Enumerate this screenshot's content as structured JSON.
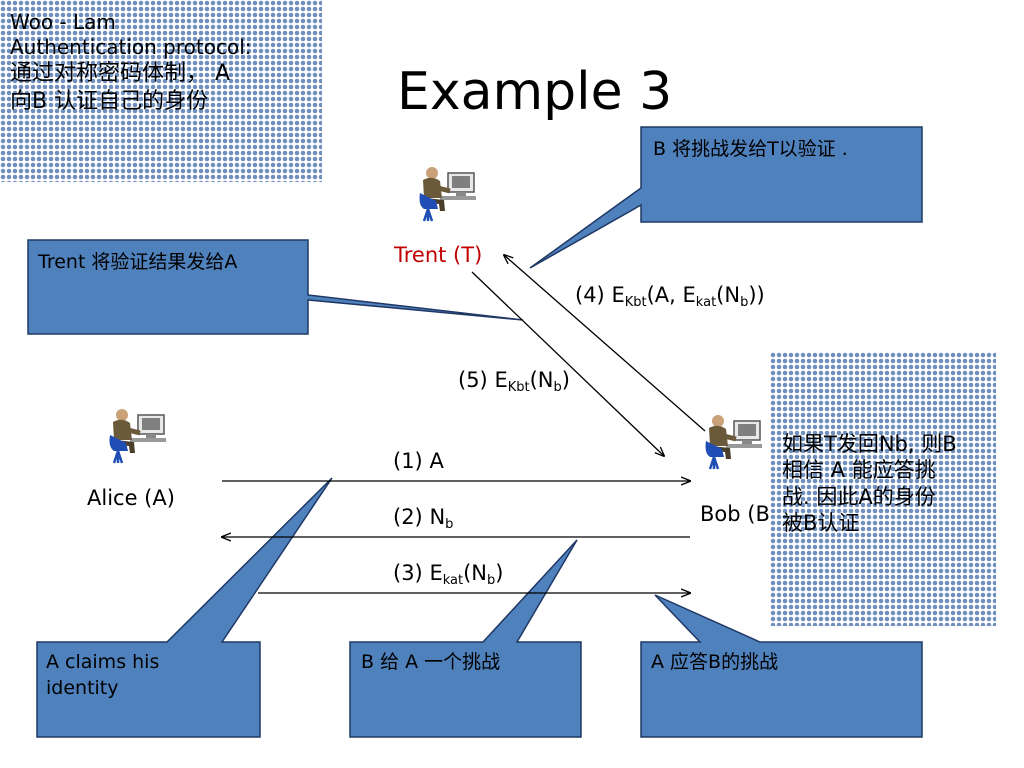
{
  "title": "Example 3",
  "intro_box": {
    "lines": [
      "Woo - Lam",
      "Authentication protocol:",
      "通过对称密码体制， A",
      "向B 认证自己的身份"
    ]
  },
  "parties": {
    "trent": "Trent (T)",
    "alice": "Alice (A)",
    "bob": "Bob (B)"
  },
  "messages": {
    "m1": {
      "num": "(1)",
      "text": "A"
    },
    "m2": {
      "num": "(2)",
      "text": "N",
      "sub": "b"
    },
    "m3": {
      "num": "(3)",
      "text": "E",
      "sub": "kat",
      "arg": "N",
      "arg_sub": "b"
    },
    "m4": {
      "num": "(4)",
      "text": "E",
      "sub": "Kbt",
      "mid": "A, E",
      "mid_sub": "kat",
      "arg": "N",
      "arg_sub": "b"
    },
    "m5": {
      "num": "(5)",
      "text": "E",
      "sub": "Kbt",
      "arg": "N",
      "arg_sub": "b"
    }
  },
  "callouts": {
    "b_to_t": "B 将挑战发给T以验证 .",
    "trent_result": "Trent 将验证结果发给A",
    "a_claims": "A claims his identity",
    "b_challenge": "B 给 A 一个挑战",
    "a_answer": "A 应答B的挑战"
  },
  "conclusion_box": {
    "lines": [
      "如果T发回Nb, 则B",
      "相信 A 能应答挑",
      "战. 因此A的身份",
      "被B认证"
    ]
  },
  "colors": {
    "callout_fill": "#4f81bd",
    "callout_border": "#1f3864",
    "trent_label": "#c00000",
    "pattern_dot": "#6f8fc0"
  }
}
